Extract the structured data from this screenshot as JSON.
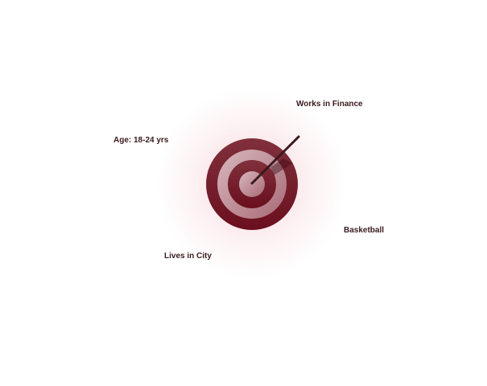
{
  "labels": {
    "finance": "Works in Finance",
    "age": "Age: 18-24 yrs",
    "sport": "Basketball",
    "location": "Lives in City"
  },
  "colors": {
    "target_dark": "#7a1a2a",
    "target_light": "#c9a0a8",
    "arrow": "#3a1a1e",
    "text": "#3a1a1e"
  }
}
